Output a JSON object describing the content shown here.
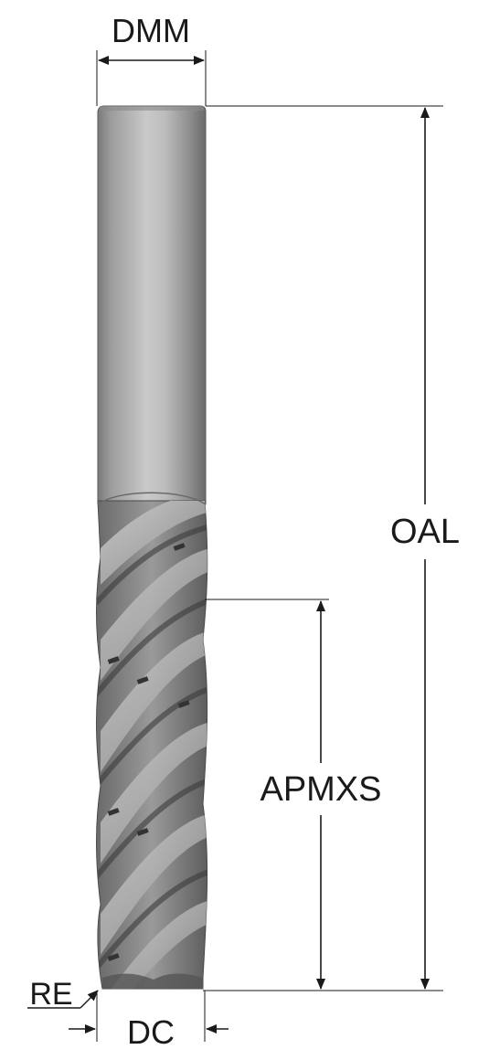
{
  "labels": {
    "dmm": "DMM",
    "oal": "OAL",
    "apmxs": "APMXS",
    "re": "RE",
    "dc": "DC"
  },
  "colors": {
    "line": "#1a1a1a",
    "shank_light": "#c8c8c8",
    "shank_dark": "#6e6e6e",
    "flute_dark": "#4e4e4e"
  }
}
